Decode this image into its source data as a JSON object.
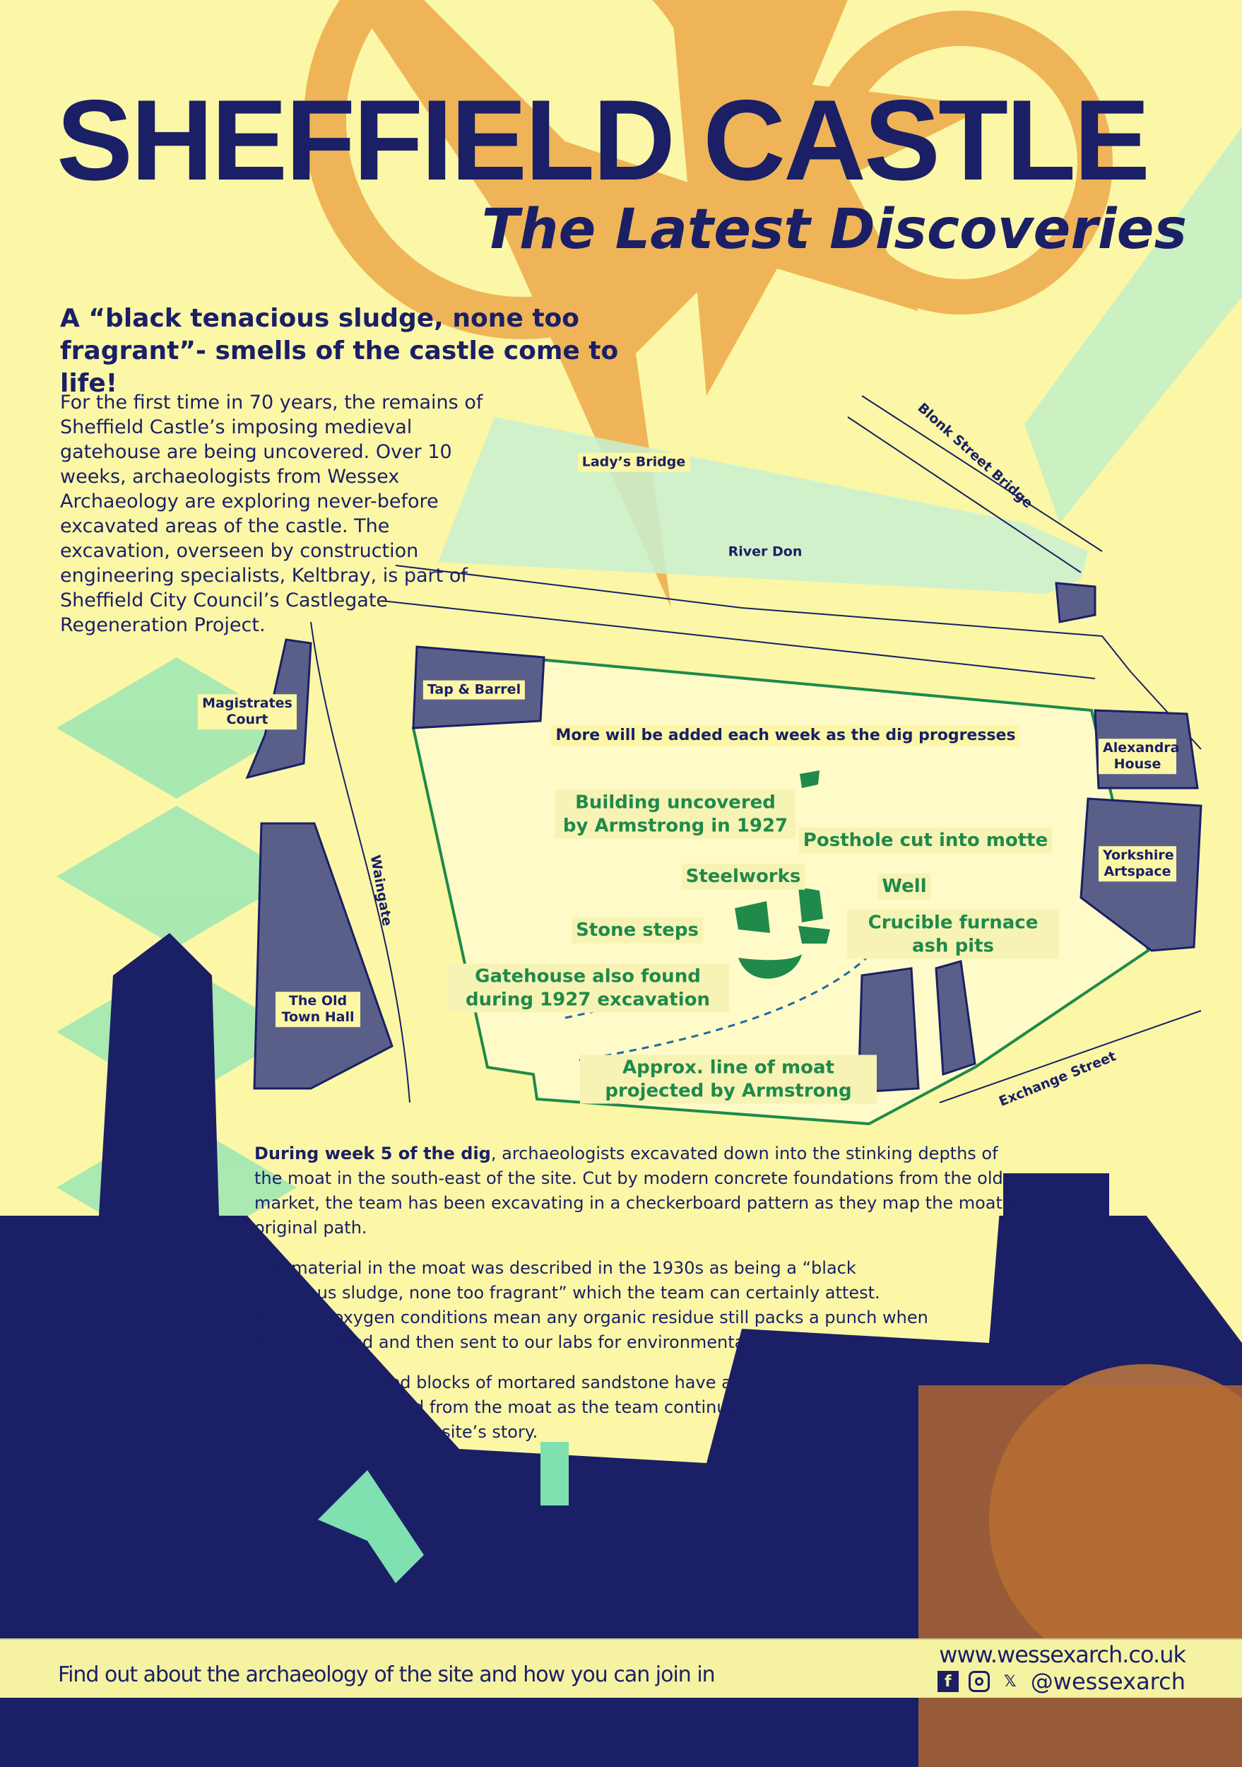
{
  "header": {
    "title": "SHEFFIELD CASTLE",
    "subtitle": "The Latest Discoveries"
  },
  "intro": {
    "heading": "A “black tenacious sludge, none too fragrant”- smells of the castle come to life!",
    "body": "For the first time in 70 years, the remains of Sheffield Castle’s imposing medieval gatehouse are being uncovered. Over 10 weeks, archaeologists from Wessex Archaeology are exploring never-before excavated areas of the castle. The excavation, overseen by construction engineering specialists, Keltbray, is part of Sheffield City Council’s Castlegate Regeneration Project."
  },
  "map": {
    "places": {
      "ladys_bridge": "Lady’s Bridge",
      "blonk_street_bridge": "Blonk Street Bridge",
      "river_don": "River Don",
      "tap_barrel": "Tap & Barrel",
      "magistrates_court": "Magistrates Court",
      "alexandra_house": "Alexandra House",
      "yorkshire_artspace": "Yorkshire Artspace",
      "waingate": "Waingate",
      "old_town_hall": "The Old Town Hall",
      "exchange_street": "Exchange Street"
    },
    "note": "More will be added each week as the dig progresses",
    "finds": {
      "building": "Building uncovered by Armstrong in 1927",
      "posthole": "Posthole cut into motte",
      "steelworks": "Steelworks",
      "well": "Well",
      "stone_steps": "Stone steps",
      "crucible": "Crucible furnace ash pits",
      "gatehouse": "Gatehouse also found during 1927 excavation",
      "moat": "Approx. line of moat projected by Armstrong"
    }
  },
  "update": {
    "lead_bold": "During week 5 of the dig",
    "p1": ", archaeologists excavated down into the stinking depths of the moat in the south-east of the site. Cut by modern concrete foundations from the old market, the team has been excavating in a checkerboard pattern as they map the moat’s original path.",
    "p2": "The material in the moat was described in the 1930s as being a “black tenacious sludge, none too fragrant” which the team can certainly attest. Reduced oxygen conditions mean any organic residue still packs a punch when it’s excavated and then sent to our labs for environmental analysis.",
    "p3": "Tumbled blocks of mortared sandstone have also been recovered from the moat as the team continue to unravel the site’s story."
  },
  "footer": {
    "cta": "Find out about the archaeology of the site and how you can join in",
    "url": "www.wessexarch.co.uk",
    "handle": "@wessexarch",
    "icons": [
      "facebook-icon",
      "instagram-icon",
      "x-icon"
    ]
  },
  "colors": {
    "background": "#fbf7a6",
    "navy": "#1a1f66",
    "green": "#1f8a4a",
    "orange": "#e9a14a",
    "mint": "#7fe0b0"
  }
}
